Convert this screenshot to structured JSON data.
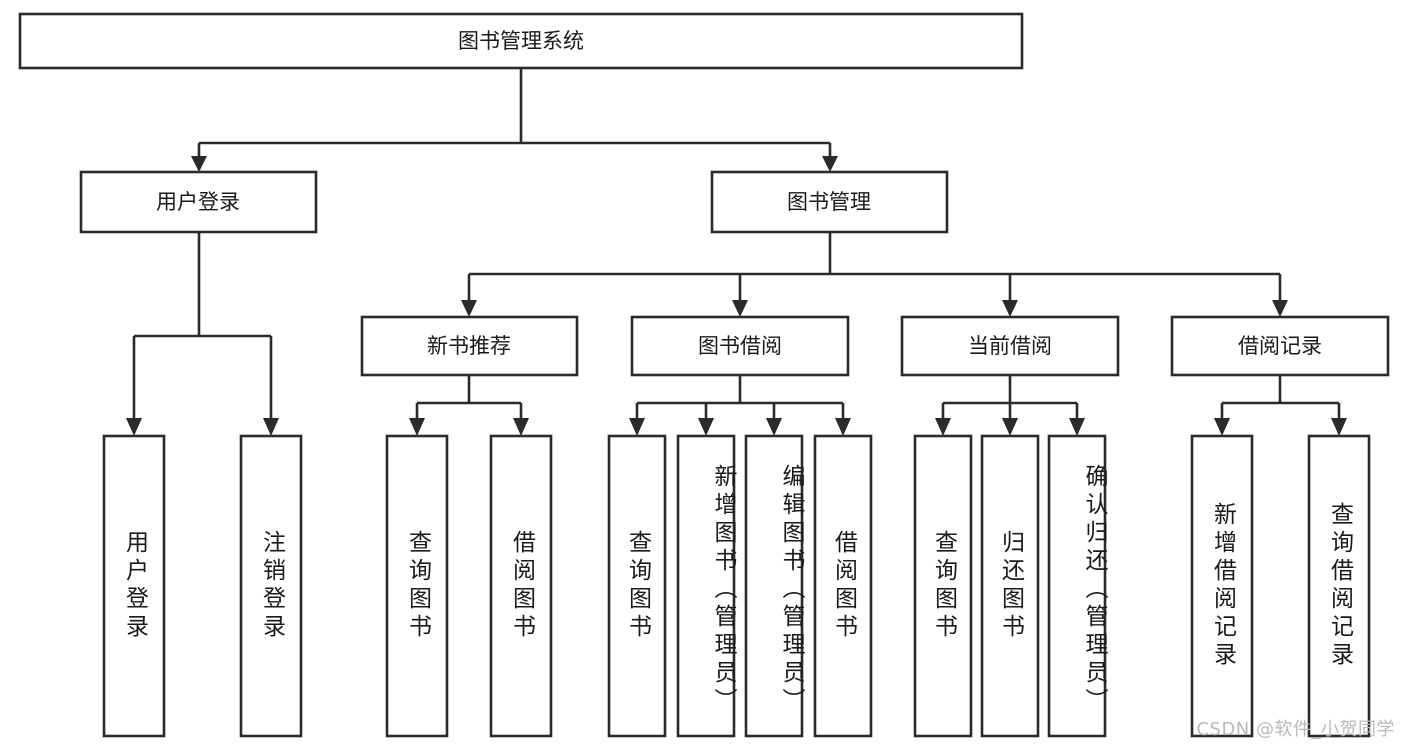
{
  "diagram": {
    "title": "图书管理系统",
    "type": "功能结构图",
    "watermark": "CSDN @软件_小贺同学",
    "colors": {
      "stroke": "#2b2b2b",
      "fill": "#ffffff",
      "text": "#1a1a1a",
      "watermark": "#b9b9b9"
    },
    "levels": {
      "root": {
        "label": "图书管理系统"
      },
      "level2": [
        {
          "label": "用户登录"
        },
        {
          "label": "图书管理"
        }
      ],
      "level3": [
        {
          "label": "新书推荐"
        },
        {
          "label": "图书借阅"
        },
        {
          "label": "当前借阅"
        },
        {
          "label": "借阅记录"
        }
      ],
      "leaves": [
        {
          "label": "用户登录",
          "parent": "用户登录"
        },
        {
          "label": "注销登录",
          "parent": "用户登录"
        },
        {
          "label": "查询图书",
          "parent": "新书推荐"
        },
        {
          "label": "借阅图书",
          "parent": "新书推荐"
        },
        {
          "label": "查询图书",
          "parent": "图书借阅"
        },
        {
          "label": "新增图书（管理员）",
          "parent": "图书借阅"
        },
        {
          "label": "编辑图书（管理员）",
          "parent": "图书借阅"
        },
        {
          "label": "借阅图书",
          "parent": "图书借阅"
        },
        {
          "label": "查询图书",
          "parent": "当前借阅"
        },
        {
          "label": "归还图书",
          "parent": "当前借阅"
        },
        {
          "label": "确认归还（管理员）",
          "parent": "当前借阅"
        },
        {
          "label": "新增借阅记录",
          "parent": "借阅记录"
        },
        {
          "label": "查询借阅记录",
          "parent": "借阅记录"
        }
      ]
    }
  }
}
